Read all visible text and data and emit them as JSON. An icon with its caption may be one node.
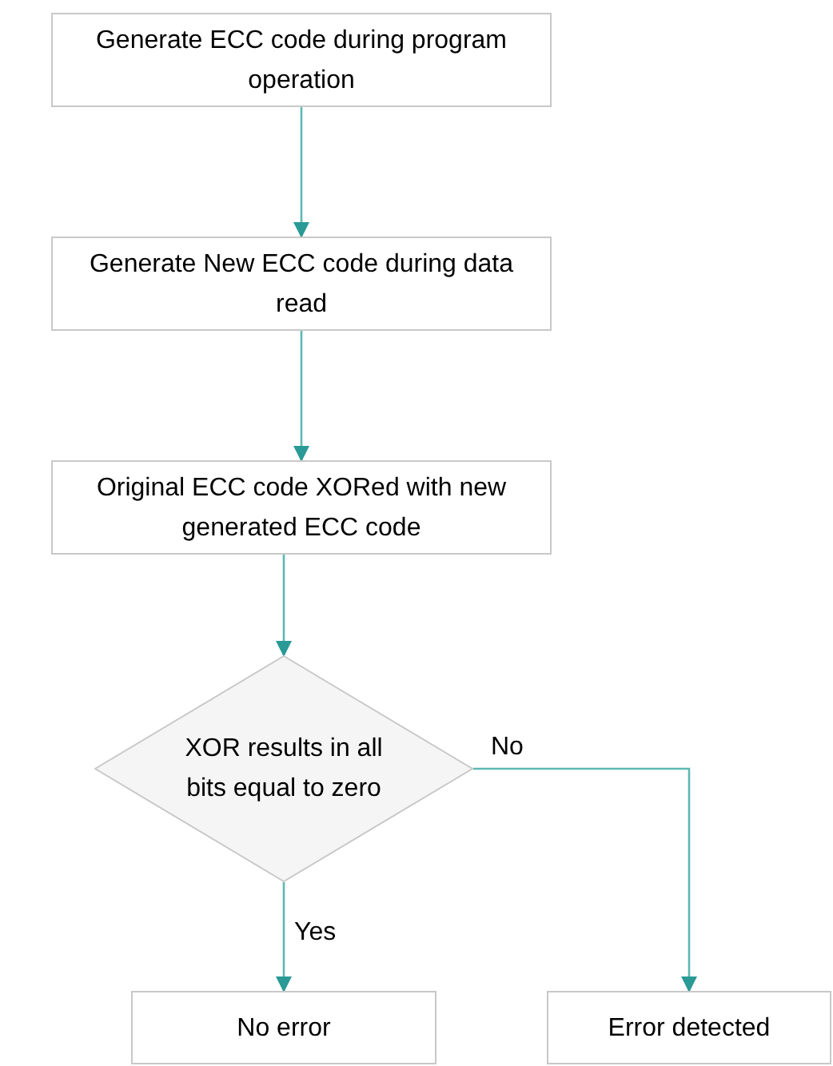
{
  "diagram": {
    "nodes": [
      {
        "text": [
          "Generate ECC code during program operation"
        ]
      },
      {
        "text": [
          "Generate New ECC code during data read"
        ]
      },
      {
        "text": [
          "Original ECC code XORed with new generated ECC code"
        ]
      },
      {
        "text": [
          "XOR results in all bits equal to zero"
        ]
      },
      {
        "text": [
          "No error"
        ]
      },
      {
        "text": [
          "Error detected"
        ]
      }
    ],
    "edges": [
      {
        "from": 0,
        "to": 1,
        "arrow": "to"
      },
      {
        "from": 1,
        "to": 2,
        "arrow": "to"
      },
      {
        "from": 2,
        "to": 3,
        "arrow": "to"
      },
      {
        "from": 3,
        "to": 4,
        "arrow": "to",
        "label": "Yes"
      },
      {
        "from": 3,
        "to": 5,
        "arrow": "to",
        "label": "No"
      }
    ]
  }
}
